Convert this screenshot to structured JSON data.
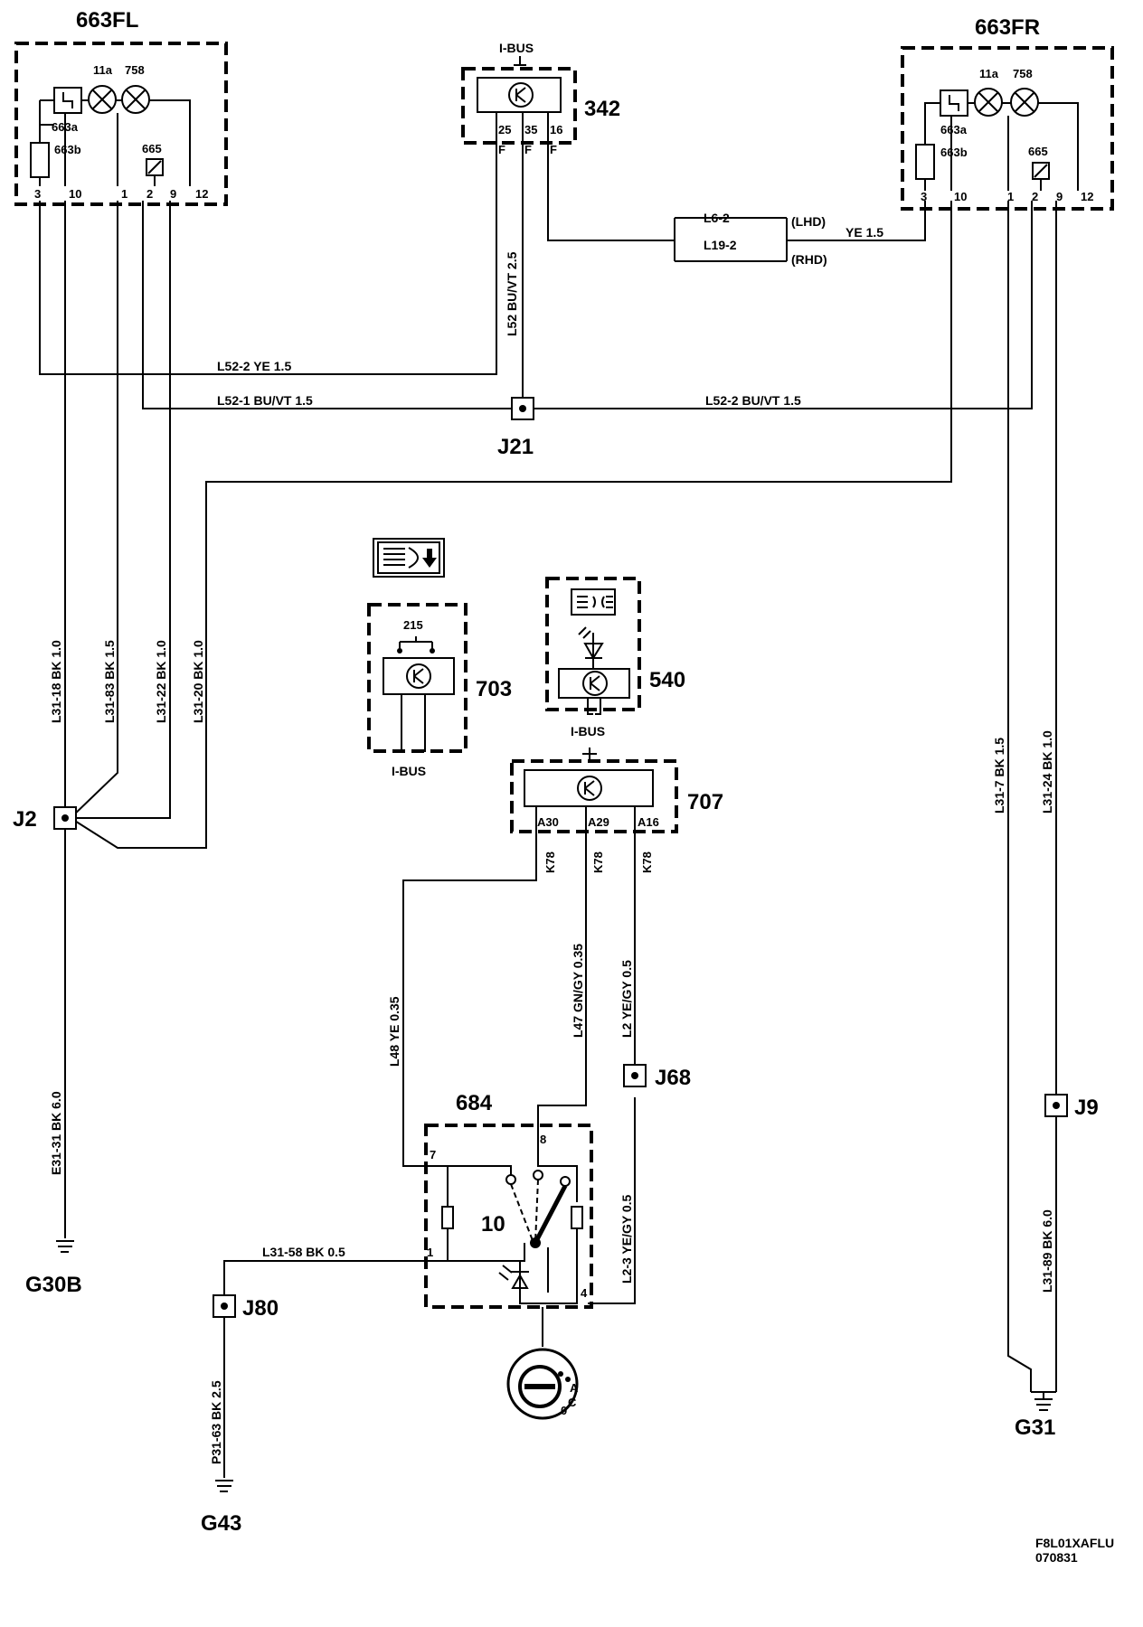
{
  "components": {
    "c663fl": {
      "id": "663FL",
      "sub_a": "663a",
      "sub_b": "663b",
      "p11a": "11a",
      "p758": "758",
      "p665": "665",
      "pins": [
        "3",
        "10",
        "1",
        "2",
        "9",
        "12"
      ]
    },
    "c663fr": {
      "id": "663FR",
      "sub_a": "663a",
      "sub_b": "663b",
      "p11a": "11a",
      "p758": "758",
      "p665": "665",
      "pins": [
        "3",
        "10",
        "1",
        "2",
        "9",
        "12"
      ]
    },
    "c342": {
      "id": "342",
      "bus": "I-BUS",
      "pins": [
        "25",
        "35",
        "16"
      ],
      "f": [
        "F",
        "F",
        "F"
      ]
    },
    "c703": {
      "id": "703",
      "sub": "215",
      "bus": "I-BUS"
    },
    "c540": {
      "id": "540",
      "bus": "I-BUS"
    },
    "c707": {
      "id": "707",
      "pins": [
        "A30",
        "A29",
        "A16"
      ],
      "k": [
        "K78",
        "K78",
        "K78"
      ]
    },
    "c684": {
      "id": "684",
      "pins": [
        "7",
        "8",
        "1",
        "4"
      ],
      "pos": "10"
    }
  },
  "junctions": {
    "j21": "J21",
    "j2": "J2",
    "j68": "J68",
    "j9": "J9",
    "j80": "J80"
  },
  "grounds": {
    "g30b": "G30B",
    "g31": "G31",
    "g43": "G43"
  },
  "wires": {
    "w_l52_2_ye": "L52-2  YE  1.5",
    "w_l52_1": "L52-1  BU/VT  1.5",
    "w_l52_2_bu": "L52-2  BU/VT  1.5",
    "w_l52": "L52  BU/VT  2.5",
    "w_l6_2": "L6-2",
    "w_l19_2": "L19-2",
    "w_lhd": "(LHD)",
    "w_rhd": "(RHD)",
    "w_ye15": "YE  1.5",
    "w_l31_18": "L31-18  BK  1.0",
    "w_l31_83": "L31-83  BK  1.5",
    "w_l31_22": "L31-22  BK  1.0",
    "w_l31_20": "L31-20  BK  1.0",
    "w_e31_31": "E31-31  BK  6.0",
    "w_l48": "L48  YE  0.35",
    "w_l47": "L47  GN/GY  0.35",
    "w_l2": "L2  YE/GY  0.5",
    "w_l2_3": "L2-3  YE/GY  0.5",
    "w_l31_58": "L31-58   BK  0.5",
    "w_p31_63": "P31-63  BK  2.5",
    "w_l31_7": "L31-7  BK  1.5",
    "w_l31_24": "L31-24  BK  1.0",
    "w_l31_89": "L31-89  BK  6.0"
  },
  "switch_marks": {
    "a": "A",
    "c": "C",
    "zero": "0"
  },
  "footer": {
    "code": "F8L01XAFLU",
    "date": "070831"
  }
}
